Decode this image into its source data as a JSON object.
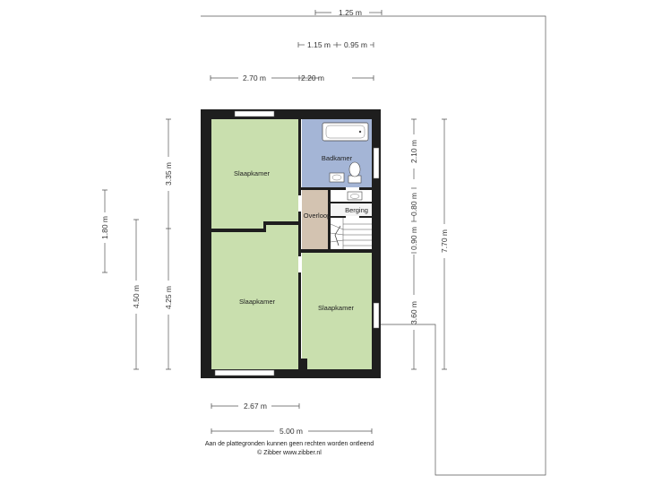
{
  "rooms": {
    "slaapkamer_1": "Slaapkamer",
    "slaapkamer_2": "Slaapkamer",
    "slaapkamer_3": "Slaapkamer",
    "badkamer": "Badkamer",
    "overloop": "Overloop",
    "berging": "Berging"
  },
  "dimensions": {
    "top_total": "1.25 m",
    "top_1": "1.15 m",
    "top_2": "0.95 m",
    "top_3": "2.70 m",
    "top_4": "2.20 m",
    "left_1": "1.80 m",
    "left_2": "4.50 m",
    "left_3": "3.35 m",
    "left_4": "4.25 m",
    "right_1": "2.10 m",
    "right_2": "0.80 m",
    "right_3": "0.90 m",
    "right_4": "3.60 m",
    "right_total": "7.70 m",
    "bottom_1": "2.67 m",
    "bottom_total": "5.00 m"
  },
  "footer": {
    "line1": "Aan de plattegronden kunnen geen rechten worden ontleend",
    "line2": "© Zibber www.zibber.nl"
  },
  "colors": {
    "bedroom": "#c9dfae",
    "bathroom": "#a4b5d6",
    "hall": "#d3c3b1",
    "wall": "#1e1e1e"
  }
}
